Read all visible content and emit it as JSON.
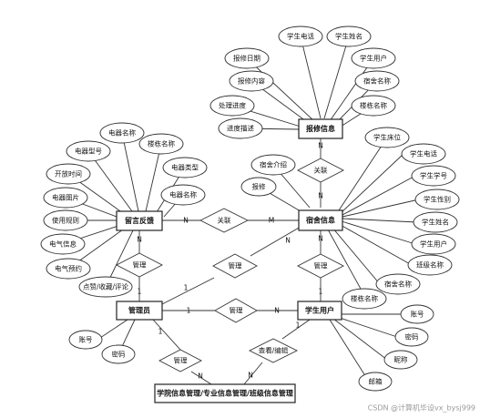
{
  "diagram": {
    "entities": {
      "repair": "报修信息",
      "dorm": "宿舍信息",
      "feedback": "留言反馈",
      "admin": "管理员",
      "student": "学生用户",
      "mgmt": "学院信息管理/专业信息管理/班级信息管理"
    },
    "attributes": {
      "repair": [
        "学生电话",
        "学生姓名",
        "报修日期",
        "学生用户",
        "报修内容",
        "宿舍名称",
        "处理进度",
        "楼栋名称",
        "进度描述"
      ],
      "dorm_top": [
        "宿舍介绍",
        "报修"
      ],
      "student_info": [
        "学生床位",
        "学生电话",
        "学生学号",
        "学生性别",
        "学生姓名",
        "学生用户",
        "班级名称",
        "宿舍名称",
        "楼栋名称"
      ],
      "feedback": [
        "电器名称",
        "楼栋名称",
        "电器型号",
        "电器类型",
        "开放时间",
        "电器名称",
        "电器图片",
        "使用规则",
        "电气信息",
        "电气预约",
        "点赞/收藏/评论"
      ],
      "admin": [
        "账号",
        "密码"
      ],
      "student": [
        "账号",
        "密码",
        "昵称",
        "邮箱"
      ]
    },
    "relations": {
      "assoc": "关联",
      "manage": "管理",
      "view_edit": "查看/编辑"
    },
    "cardinality": {
      "n": "N",
      "m": "M",
      "one": "1"
    },
    "watermark": "CSDN @计算机毕设vx_bysj999"
  }
}
